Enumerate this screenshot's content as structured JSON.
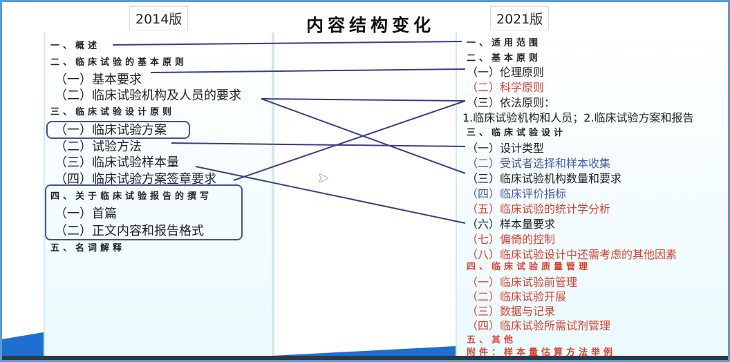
{
  "title": "内容结构变化",
  "left": {
    "badge": "2014版",
    "items": [
      {
        "t": "一、概述",
        "k": "h"
      },
      {
        "t": "二、临床试验的基本原则",
        "k": "h"
      },
      {
        "t": "（一）基本要求",
        "k": "s"
      },
      {
        "t": "（二）临床试验机构及人员的要求",
        "k": "s"
      },
      {
        "t": "三、临床试验设计原则",
        "k": "h"
      },
      {
        "t": "（一）临床试验方案",
        "k": "s"
      },
      {
        "t": "（二）试验方法",
        "k": "s"
      },
      {
        "t": "（三）临床试验样本量",
        "k": "s"
      },
      {
        "t": "（四）临床试验方案签章要求",
        "k": "s"
      },
      {
        "t": "四、关于临床试验报告的撰写",
        "k": "h"
      },
      {
        "t": "（一）首篇",
        "k": "s"
      },
      {
        "t": "（二）正文内容和报告格式",
        "k": "s"
      },
      {
        "t": "五、名词解释",
        "k": "h"
      }
    ]
  },
  "right": {
    "badge": "2021版",
    "items": [
      {
        "t": "一、适用范围",
        "k": "h",
        "c": ""
      },
      {
        "t": "二、基本原则",
        "k": "h",
        "c": ""
      },
      {
        "t": "（一）伦理原则",
        "k": "rs",
        "c": ""
      },
      {
        "t": "（二）科学原则",
        "k": "rs",
        "c": "red"
      },
      {
        "t": "（三）依法原则：",
        "k": "rs",
        "c": ""
      },
      {
        "t": "1.临床试验机构和人员；2.临床试验方案和报告",
        "k": "rs",
        "c": ""
      },
      {
        "t": "三、临床试验设计",
        "k": "h",
        "c": ""
      },
      {
        "t": "（一）设计类型",
        "k": "rs",
        "c": ""
      },
      {
        "t": "（二）受试者选择和样本收集",
        "k": "rs",
        "c": "blue"
      },
      {
        "t": "（三）临床试验机构数量和要求",
        "k": "rs",
        "c": ""
      },
      {
        "t": "（四）临床评价指标",
        "k": "rs",
        "c": "blue"
      },
      {
        "t": "（五）临床试验的统计学分析",
        "k": "rs",
        "c": "red"
      },
      {
        "t": "（六）样本量要求",
        "k": "rs",
        "c": ""
      },
      {
        "t": "（七）偏倚的控制",
        "k": "rs",
        "c": "red"
      },
      {
        "t": "（八）临床试验设计中还需考虑的其他因素",
        "k": "rs",
        "c": "red"
      },
      {
        "t": "四、临床试验质量管理",
        "k": "h",
        "c": "red"
      },
      {
        "t": "（一）临床试验前管理",
        "k": "rs",
        "c": "red"
      },
      {
        "t": "（二）临床试验开展",
        "k": "rs",
        "c": "red"
      },
      {
        "t": "（三）数据与记录",
        "k": "rs",
        "c": "red"
      },
      {
        "t": "（四）临床试验所需试剂管理",
        "k": "rs",
        "c": "red"
      },
      {
        "t": "五、其他",
        "k": "h",
        "c": "red"
      },
      {
        "t": "附件：样本量估算方法举例",
        "k": "h",
        "c": "red"
      }
    ]
  },
  "colors": {
    "line": "#3b3d8a",
    "red": "#e0402e",
    "blue": "#4a5bb0"
  }
}
